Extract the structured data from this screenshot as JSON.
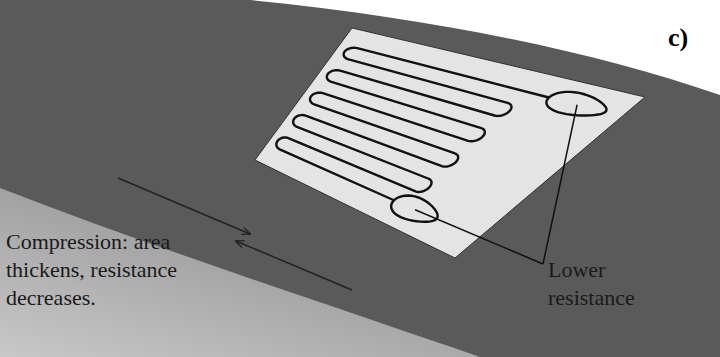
{
  "diagram": {
    "labels": [
      "c)",
      "Compression: area thickens, resistance decreases.",
      "Lower resistance"
    ]
  }
}
